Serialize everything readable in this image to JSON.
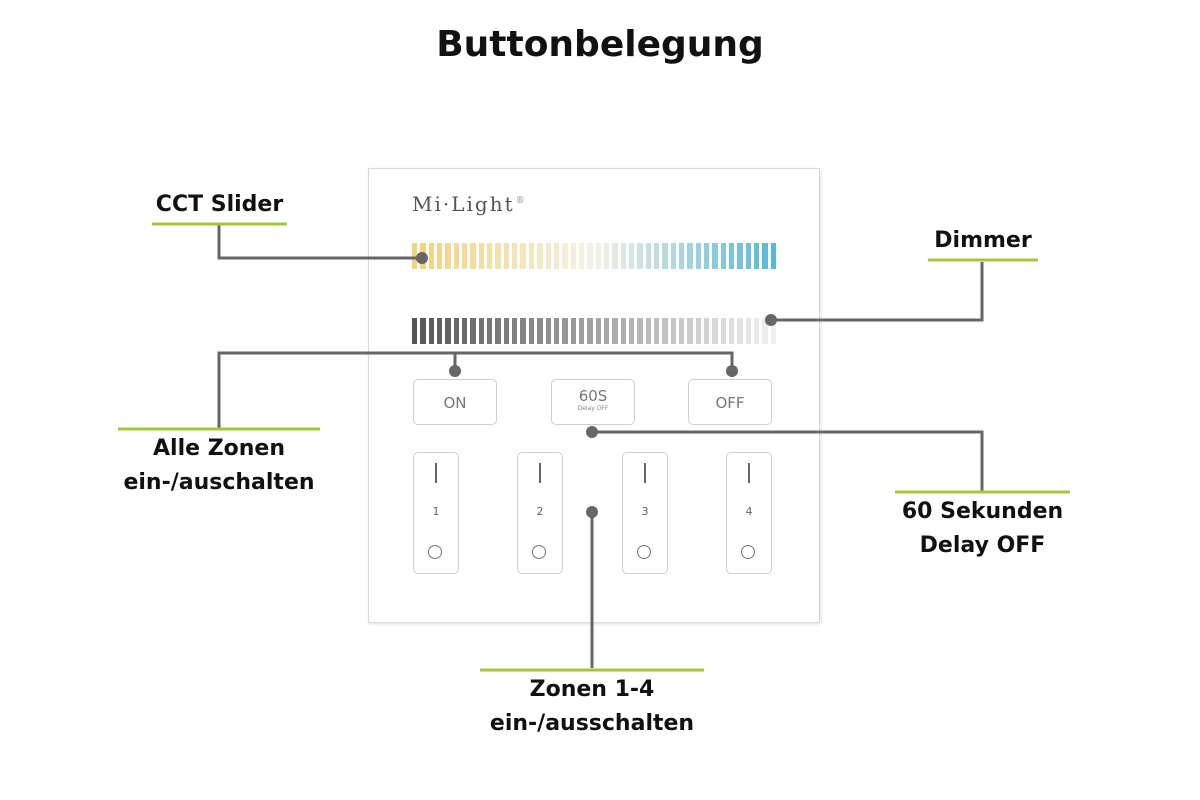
{
  "title": "Buttonbelegung",
  "brand": {
    "name": "Mi·Light",
    "mark": "®"
  },
  "labels": {
    "cct": "CCT Slider",
    "dimmer": "Dimmer",
    "alle_line1": "Alle Zonen",
    "alle_line2": "ein-/auschalten",
    "delay_line1": "60 Sekunden",
    "delay_line2": "Delay OFF",
    "zonen_line1": "Zonen 1-4",
    "zonen_line2": "ein-/ausschalten"
  },
  "buttons": {
    "on": "ON",
    "s60": "60S",
    "s60_sub": "Delay OFF",
    "off": "OFF"
  },
  "zones": [
    "1",
    "2",
    "3",
    "4"
  ],
  "colors": {
    "accent_underline": "#a4c639",
    "leader_line": "#666666",
    "cct_warm": "#f3d27a",
    "cct_mid": "#f4f1e6",
    "cct_cool": "#5ab8d6",
    "dim_dark": "#555555",
    "dim_light": "#f0f0f0"
  }
}
